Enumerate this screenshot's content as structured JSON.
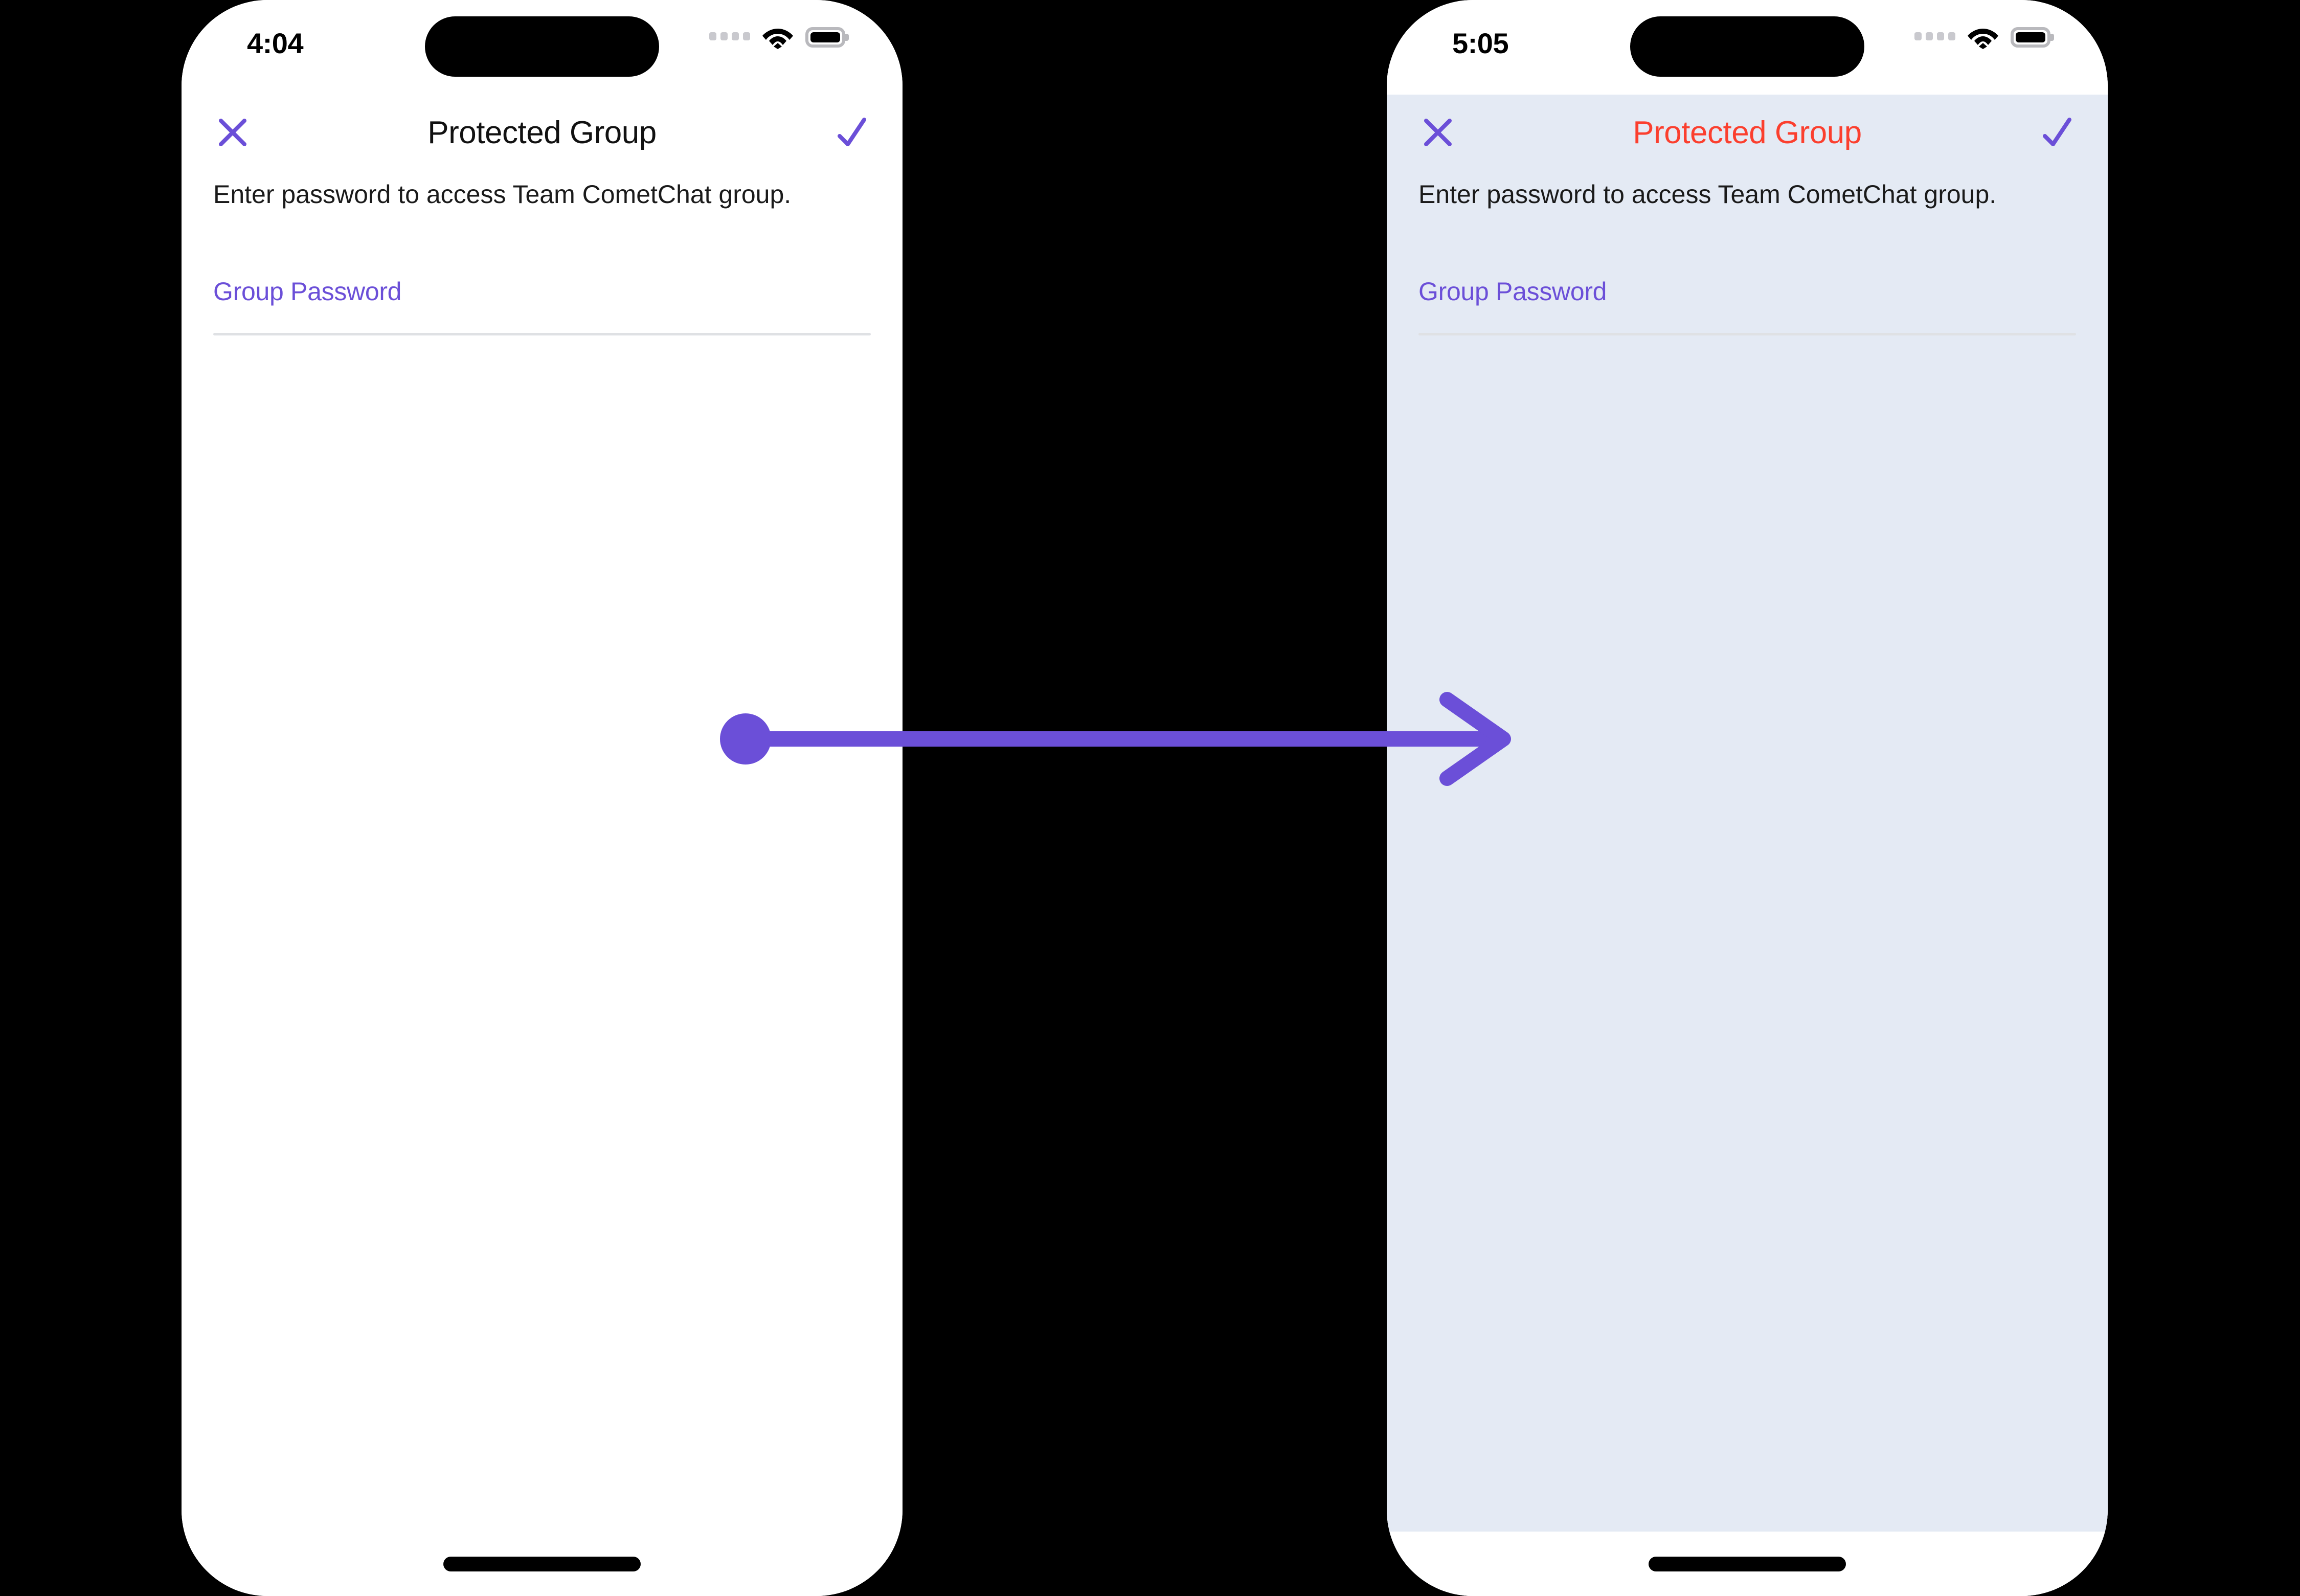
{
  "theme": {
    "accent_purple": "#6B4FD8",
    "alert_red": "#FB3F2E",
    "tinted_background": "#E4EAF4",
    "white_background": "#FFFFFF",
    "underline_gray": "#DFE1E4"
  },
  "screens": [
    {
      "id": "before",
      "status_bar": {
        "time": "4:04",
        "signal_icon": "signal-bars-icon",
        "wifi_icon": "wifi-icon",
        "battery_icon": "battery-full-icon"
      },
      "navbar": {
        "close_icon": "close-x-icon",
        "title": "Protected Group",
        "title_color": "#111111",
        "confirm_icon": "checkmark-icon"
      },
      "description": "Enter password to access Team CometChat group.",
      "password_field": {
        "label": "Group Password",
        "value": "",
        "placeholder": "Group Password"
      },
      "background": "#FFFFFF",
      "home_indicator": "home-indicator"
    },
    {
      "id": "after",
      "status_bar": {
        "time": "5:05",
        "signal_icon": "signal-bars-icon",
        "wifi_icon": "wifi-icon",
        "battery_icon": "battery-full-icon"
      },
      "navbar": {
        "close_icon": "close-x-icon",
        "title": "Protected Group",
        "title_color": "#FB3F2E",
        "confirm_icon": "checkmark-icon"
      },
      "description": "Enter password to access Team CometChat group.",
      "password_field": {
        "label": "Group Password",
        "value": "",
        "placeholder": "Group Password"
      },
      "background": "#E4EAF4",
      "home_indicator": "home-indicator"
    }
  ],
  "annotation": {
    "type": "arrow",
    "color": "#6B4FD8",
    "direction": "left-to-right",
    "start_marker": "filled-circle",
    "end_marker": "chevron-arrowhead",
    "label": ""
  }
}
